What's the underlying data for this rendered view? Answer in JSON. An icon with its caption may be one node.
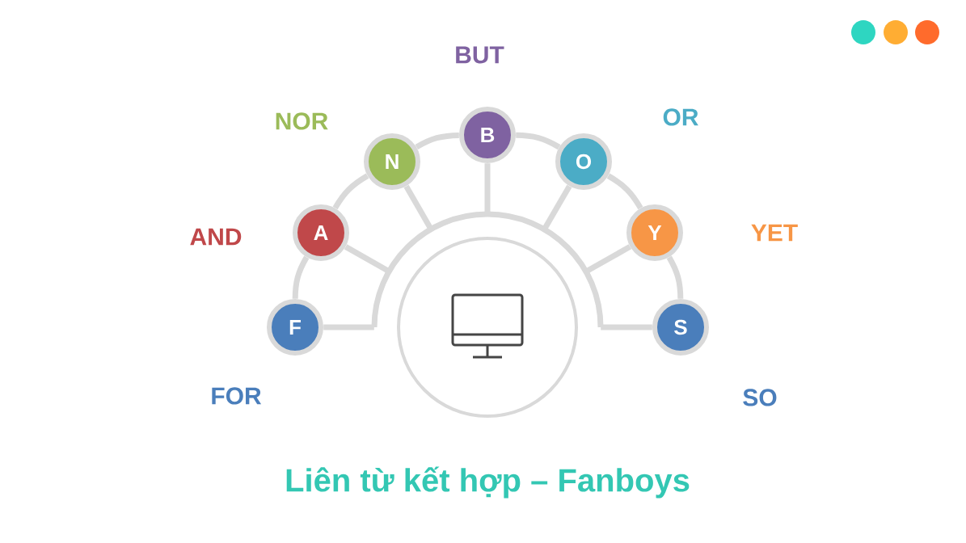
{
  "diagram": {
    "title": "Liên từ kết hợp – Fanboys",
    "nodes": [
      {
        "text": [],
        "shape": "circle"
      },
      {
        "text": [
          "F"
        ],
        "beside": [
          "FOR"
        ]
      },
      {
        "text": [
          "A"
        ],
        "beside": [
          "AND"
        ]
      },
      {
        "text": [
          "N"
        ],
        "beside": [
          "NOR"
        ]
      },
      {
        "text": [
          "B"
        ],
        "beside": [
          "BUT"
        ]
      },
      {
        "text": [
          "O"
        ],
        "beside": [
          "OR"
        ]
      },
      {
        "text": [
          "Y"
        ],
        "beside": [
          "YET"
        ]
      },
      {
        "text": [
          "S"
        ],
        "beside": [
          "SO"
        ]
      }
    ],
    "edges": [
      {
        "from": 1,
        "to": 2,
        "arrow": "none"
      },
      {
        "from": 2,
        "to": 3,
        "arrow": "none"
      },
      {
        "from": 3,
        "to": 4,
        "arrow": "none"
      },
      {
        "from": 4,
        "to": 5,
        "arrow": "none"
      },
      {
        "from": 5,
        "to": 6,
        "arrow": "none"
      },
      {
        "from": 6,
        "to": 7,
        "arrow": "none"
      },
      {
        "from": 1,
        "to": 0,
        "arrow": "none"
      },
      {
        "from": 2,
        "to": 0,
        "arrow": "none"
      },
      {
        "from": 3,
        "to": 0,
        "arrow": "none"
      },
      {
        "from": 4,
        "to": 0,
        "arrow": "none"
      },
      {
        "from": 5,
        "to": 0,
        "arrow": "none"
      },
      {
        "from": 6,
        "to": 0,
        "arrow": "none"
      },
      {
        "from": 7,
        "to": 0,
        "arrow": "none"
      }
    ]
  }
}
